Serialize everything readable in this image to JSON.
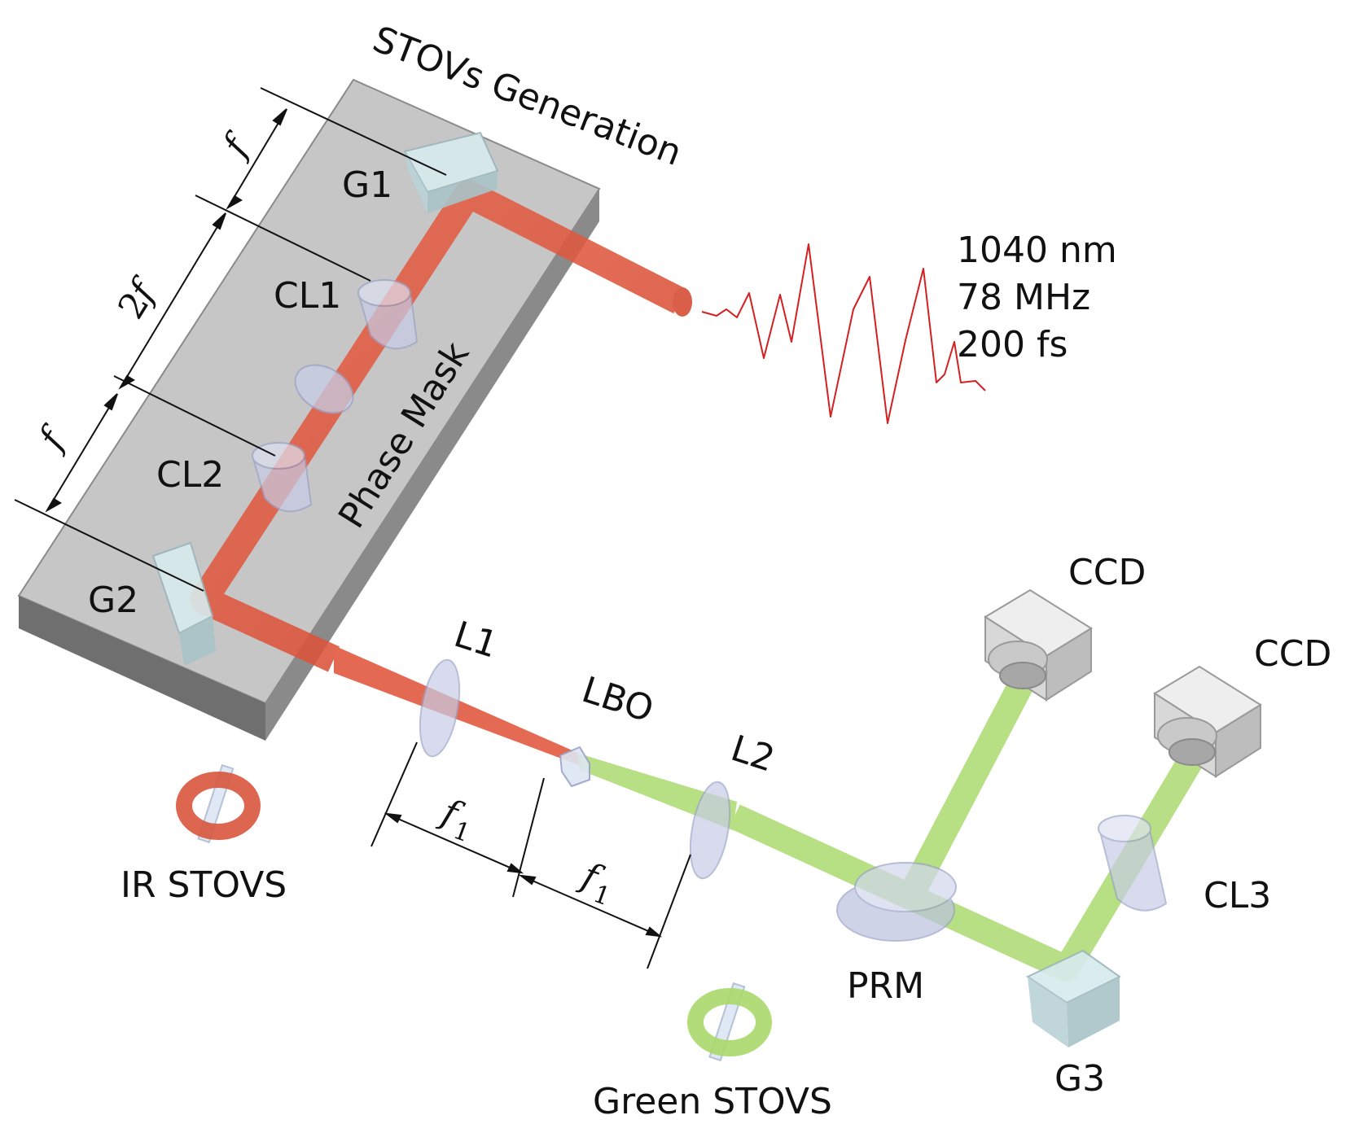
{
  "title": "STOVs Generation",
  "phase_mask": "Phase Mask",
  "laser": {
    "wavelength": "1040 nm",
    "rep_rate": "78 MHz",
    "pulse": "200 fs"
  },
  "components": {
    "g1": "G1",
    "g2": "G2",
    "g3": "G3",
    "cl1": "CL1",
    "cl2": "CL2",
    "cl3": "CL3",
    "l1": "L1",
    "l2": "L2",
    "lbo": "LBO",
    "prm": "PRM",
    "ccd_left": "CCD",
    "ccd_right": "CCD"
  },
  "dimensions": {
    "f": "f",
    "two": "2",
    "f1_base": "f",
    "f1_sub": "1"
  },
  "beams": {
    "ir": "IR STOVS",
    "green": "Green STOVS"
  },
  "colors": {
    "ir_beam": "#e0553c",
    "green_beam": "#a8d86a",
    "pulse": "#d42020",
    "bench": "#c8c8c8"
  }
}
